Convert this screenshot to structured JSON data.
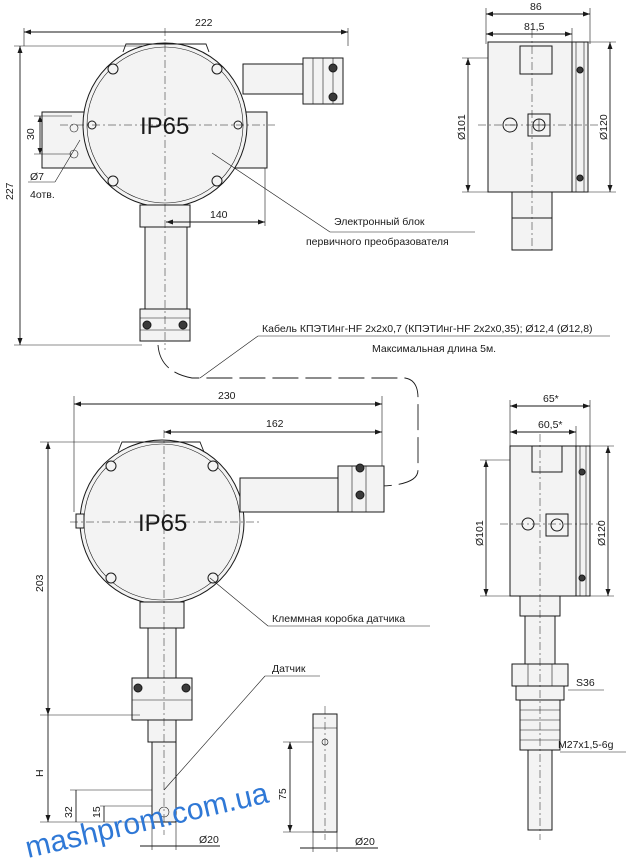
{
  "dims": {
    "top_width": "222",
    "top_height": "227",
    "top_30": "30",
    "hole": "Ø7",
    "holes": "4отв.",
    "top_140": "140",
    "side_86": "86",
    "side_815": "81,5",
    "side_101": "Ø101",
    "side_120": "Ø120",
    "bot_230": "230",
    "bot_162": "162",
    "bot_203": "203",
    "bot_H": "H",
    "bot_32": "32",
    "bot_15": "15",
    "bot_20": "Ø20",
    "bot_75": "75",
    "bot_20b": "Ø20",
    "side2_65": "65*",
    "side2_605": "60,5*",
    "side2_101": "Ø101",
    "side2_120": "Ø120",
    "side2_s36": "S36",
    "side2_thread": "М27х1,5-6g"
  },
  "labels": {
    "ip_top": "IP65",
    "ip_bot": "IP65",
    "electronic_block_1": "Электронный блок",
    "electronic_block_2": "первичного преобразователя",
    "cable_1": "Кабель КПЭТИнг-HF 2х2х0,7 (КПЭТИнг-HF 2х2х0,35); Ø12,4 (Ø12,8)",
    "cable_2": "Максимальная длина 5м.",
    "terminal_box": "Клеммная коробка датчика",
    "sensor": "Датчик"
  },
  "watermark": "mashprom.com.ua",
  "colors": {
    "watermark": "#2f78d6"
  }
}
